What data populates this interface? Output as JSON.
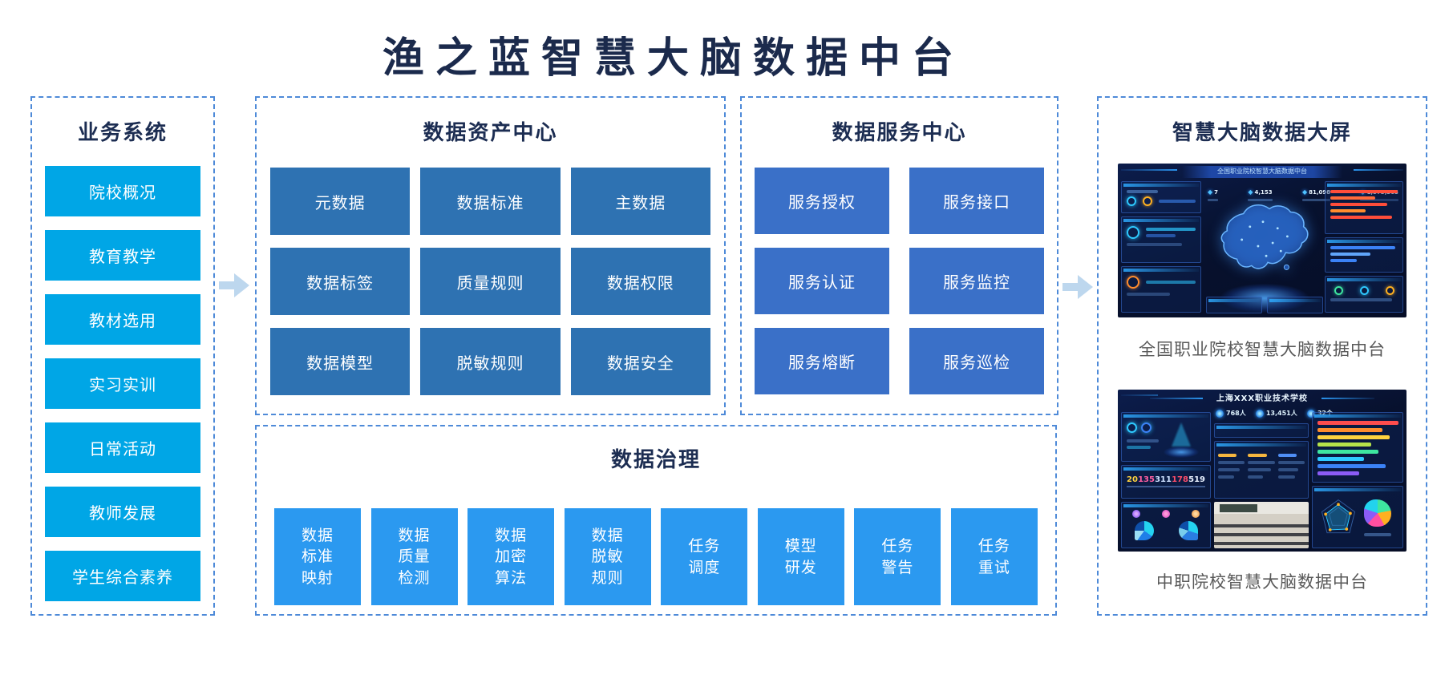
{
  "colors": {
    "title-navy": "#1b2a4c",
    "header-navy": "#1c2d52",
    "border-blue": "#4e8ad8",
    "biz-cyan": "#00a6e6",
    "asset-blue": "#2e72b2",
    "service-blue": "#3a70c8",
    "gov-blue": "#2b99f0",
    "arrow-blue": "#bdd7ee",
    "caption-gray": "#595959",
    "box-text": "#ffffff",
    "screen-bg": "#07112e"
  },
  "title": "渔之蓝智慧大脑数据中台",
  "business_panel": {
    "title": "业务系统",
    "items": [
      "院校概况",
      "教育教学",
      "教材选用",
      "实习实训",
      "日常活动",
      "教师发展",
      "学生综合素养"
    ]
  },
  "asset_panel": {
    "title": "数据资产中心",
    "items": [
      "元数据",
      "数据标准",
      "主数据",
      "数据标签",
      "质量规则",
      "数据权限",
      "数据模型",
      "脱敏规则",
      "数据安全"
    ]
  },
  "service_panel": {
    "title": "数据服务中心",
    "items": [
      "服务授权",
      "服务接口",
      "服务认证",
      "服务监控",
      "服务熔断",
      "服务巡检"
    ]
  },
  "governance_panel": {
    "title": "数据治理",
    "items": [
      "数据\n标准\n映射",
      "数据\n质量\n检测",
      "数据\n加密\n算法",
      "数据\n脱敏\n规则",
      "任务\n调度",
      "模型\n研发",
      "任务\n警告",
      "任务\n重试"
    ]
  },
  "screens_panel": {
    "title": "智慧大脑数据大屏",
    "dashboard1": {
      "screen_title": "全国职业院校智慧大脑数据中台",
      "stats": [
        "7",
        "4,153",
        "81,098",
        "1,573,303"
      ],
      "caption": "全国职业院校智慧大脑数据中台"
    },
    "dashboard2": {
      "screen_title": "上海XXX职业技术学校",
      "stats": [
        "768人",
        "13,451人",
        "32个"
      ],
      "metrics": [
        "20",
        "135",
        "311",
        "178",
        "519"
      ],
      "caption": "中职院校智慧大脑数据中台"
    }
  }
}
